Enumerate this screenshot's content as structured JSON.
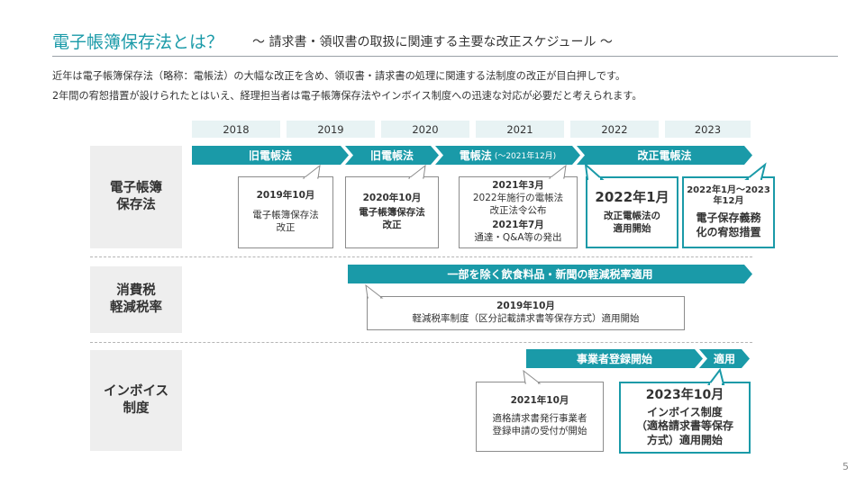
{
  "header": {
    "title": "電子帳簿保存法とは？",
    "subtitle": "～ 請求書・領収書の取扱に関連する主要な改正スケジュール ～"
  },
  "description": {
    "line1": "近年は電子帳簿保存法（略称：電帳法）の大幅な改正を含め、領収書・請求書の処理に関連する法制度の改正が目白押しです。",
    "line2": "2年間の宥恕措置が設けられたとはいえ、経理担当者は電子帳簿保存法やインボイス制度への迅速な対応が必要だと考えられます。"
  },
  "years": [
    "2018",
    "2019",
    "2020",
    "2021",
    "2022",
    "2023"
  ],
  "rows": {
    "denchoho": {
      "label": "電子帳簿\n保存法",
      "arrows": [
        {
          "label": "旧電帳法",
          "small": ""
        },
        {
          "label": "旧電帳法",
          "small": ""
        },
        {
          "label": "電帳法",
          "small": "(～2021年12月)"
        },
        {
          "label": "改正電帳法",
          "small": ""
        }
      ],
      "callouts": [
        {
          "title": "2019年10月",
          "body": "電子帳簿保存法\n改正"
        },
        {
          "title": "2020年10月",
          "body": "電子帳簿保存法\n改正"
        },
        {
          "title": "2021年3月",
          "body": "2022年施行の電帳法\n改正法令公布",
          "title2": "2021年7月",
          "body2": "通達・Q&A等の発出"
        },
        {
          "title": "2022年1月",
          "body": "改正電帳法の\n適用開始"
        },
        {
          "title": "2022年1月～2023\n年12月",
          "body": "電子保存義務\n化の宥恕措置"
        }
      ]
    },
    "shohizei": {
      "label": "消費税\n軽減税率",
      "arrow": "一部を除く飲食料品・新聞の軽減税率適用",
      "callout": {
        "title": "2019年10月",
        "body": "軽減税率制度（区分記載請求書等保存方式）適用開始"
      }
    },
    "invoice": {
      "label": "インボイス\n制度",
      "arrows": [
        "事業者登録開始",
        "適用"
      ],
      "callouts": [
        {
          "title": "2021年10月",
          "body": "適格請求書発行事業者\n登録申請の受付が開始"
        },
        {
          "title": "2023年10月",
          "body": "インボイス制度\n（適格請求書等保存\n方式）適用開始"
        }
      ]
    }
  },
  "page_number": "5",
  "colors": {
    "accent": "#1a9aa8",
    "year_bg": "#e8f3f4",
    "label_bg": "#eeeeee"
  }
}
